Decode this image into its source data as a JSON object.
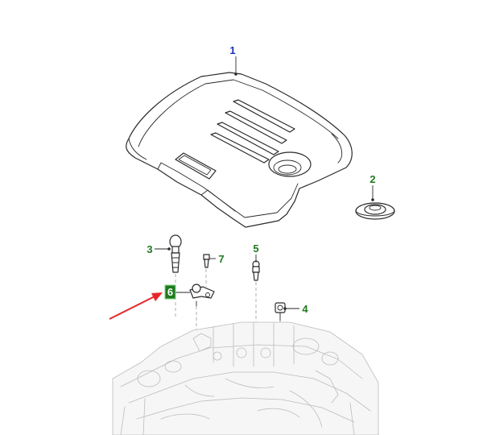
{
  "diagram": {
    "accent_arrow_color": "#e8262a",
    "callouts": [
      {
        "id": "1",
        "label": "1",
        "color": "#1a2dbf"
      },
      {
        "id": "2",
        "label": "2",
        "color": "#1f7a1f"
      },
      {
        "id": "3",
        "label": "3",
        "color": "#1f7a1f"
      },
      {
        "id": "4",
        "label": "4",
        "color": "#1f7a1f"
      },
      {
        "id": "5",
        "label": "5",
        "color": "#1f7a1f"
      },
      {
        "id": "6",
        "label": "6",
        "color": "#ffffff",
        "highlight": "#1f7a1f"
      },
      {
        "id": "7",
        "label": "7",
        "color": "#1f7a1f"
      }
    ]
  }
}
